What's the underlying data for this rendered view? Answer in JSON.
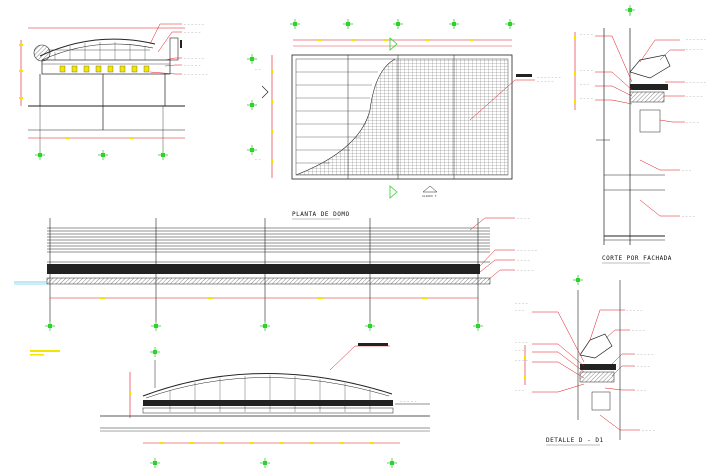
{
  "sheet": {
    "titles": {
      "planta_domo": "PLANTA DE DOMO",
      "corte_fachada": "CORTE POR FACHADA",
      "detalle": "DETALLE D - D1",
      "alzado": "ALZADO 3"
    }
  },
  "colors": {
    "line": "#222222",
    "callout": "#e0141e",
    "dimension": "#e0141e",
    "grid_marker": "#2fd12f",
    "dim_tick": "#f2e600",
    "cyan": "#00a8d0"
  },
  "icons": {
    "grid_marker": "crosshair-icon",
    "north": "north-arrow-icon"
  }
}
